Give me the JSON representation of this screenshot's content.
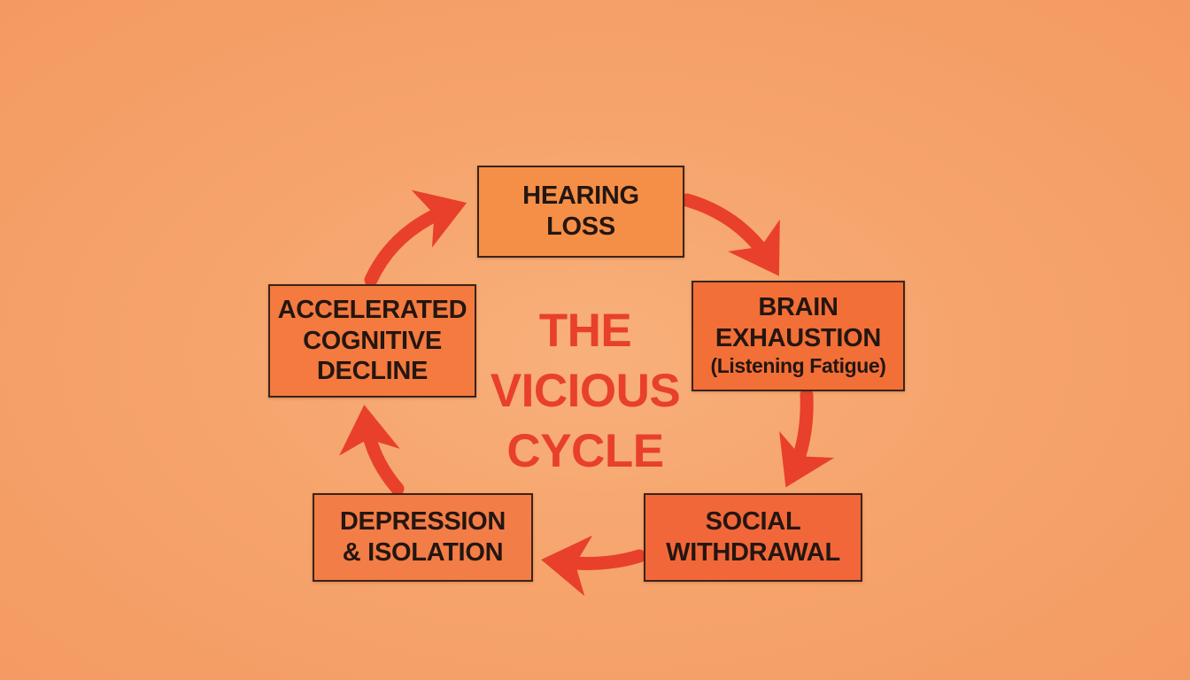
{
  "title": {
    "line1": "THE",
    "line2": "VICIOUS",
    "line3": "CYCLE"
  },
  "nodes": [
    {
      "id": "hearing-loss",
      "lines": [
        "HEARING",
        "LOSS"
      ],
      "sub": ""
    },
    {
      "id": "brain-exhaustion",
      "lines": [
        "BRAIN",
        "EXHAUSTION"
      ],
      "sub": "(Listening Fatigue)"
    },
    {
      "id": "social-withdrawal",
      "lines": [
        "SOCIAL",
        "WITHDRAWAL"
      ],
      "sub": ""
    },
    {
      "id": "depression-isolation",
      "lines": [
        "DEPRESSION",
        "& ISOLATION"
      ],
      "sub": ""
    },
    {
      "id": "accelerated-cognitive-decline",
      "lines": [
        "ACCELERATED",
        "COGNITIVE",
        "DECLINE"
      ],
      "sub": ""
    }
  ],
  "edges": [
    {
      "from": "hearing-loss",
      "to": "brain-exhaustion"
    },
    {
      "from": "brain-exhaustion",
      "to": "social-withdrawal"
    },
    {
      "from": "social-withdrawal",
      "to": "depression-isolation"
    },
    {
      "from": "depression-isolation",
      "to": "accelerated-cognitive-decline"
    },
    {
      "from": "accelerated-cognitive-decline",
      "to": "hearing-loss"
    }
  ],
  "colors": {
    "background": "#f6a46c",
    "arrow": "#e8402b",
    "title": "#e8402b",
    "border": "#3a2418",
    "text": "#241610"
  }
}
